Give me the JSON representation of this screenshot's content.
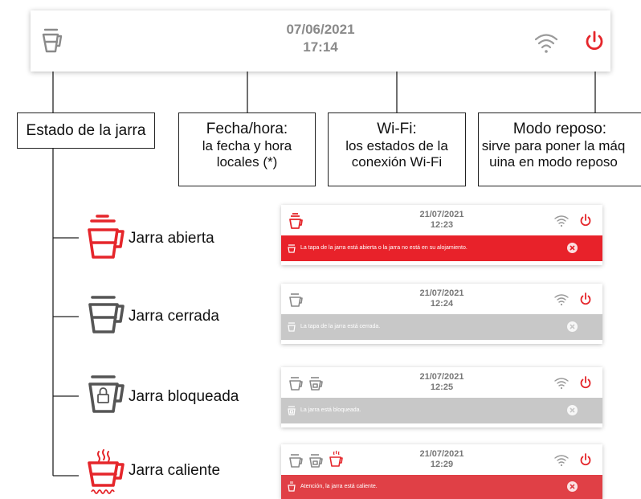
{
  "colors": {
    "red": "#e5262b",
    "grey": "#8a8a8a",
    "alert_red": "#e8222a",
    "alert_soft_red": "#e04046",
    "msg_grey": "#c8c8c8"
  },
  "topbar": {
    "date": "07/06/2021",
    "time": "17:14",
    "icons": [
      "jug-icon",
      "wifi-icon",
      "power-icon"
    ]
  },
  "callouts": [
    {
      "title": "Estado de la jarra",
      "desc": ""
    },
    {
      "title": "Fecha/hora:",
      "desc": "la fecha y hora locales (*)"
    },
    {
      "title": "Wi-Fi:",
      "desc": "los estados de la conexión Wi-Fi"
    },
    {
      "title": "Modo reposo:",
      "desc": "sirve para poner la máquina en modo reposo"
    }
  ],
  "states": [
    {
      "label": "Jarra abierta",
      "icon": "jug-open-icon",
      "date": "21/07/2021",
      "time": "12:23",
      "message": "La tapa de la jarra está abierta o la jarra no está en su alojamiento."
    },
    {
      "label": "Jarra cerrada",
      "icon": "jug-closed-icon",
      "date": "21/07/2021",
      "time": "12:24",
      "message": "La tapa de la jarra está cerrada."
    },
    {
      "label": "Jarra bloqueada",
      "icon": "jug-locked-icon",
      "date": "21/07/2021",
      "time": "12:25",
      "message": "La jarra está bloqueada."
    },
    {
      "label": "Jarra caliente",
      "icon": "jug-hot-icon",
      "date": "21/07/2021",
      "time": "12:29",
      "message": "Atención, la jarra está caliente."
    }
  ]
}
